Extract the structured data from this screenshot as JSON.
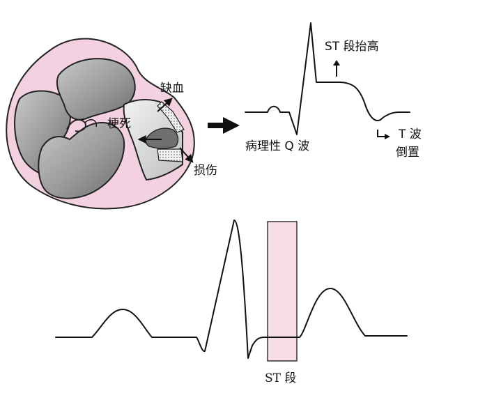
{
  "heart": {
    "labels": {
      "ischemia": "缺血",
      "infarction": "梗死",
      "injury": "损伤"
    }
  },
  "ecg_top": {
    "st_elevation": "ST 段抬高",
    "pathologic_q": "病理性 Q 波",
    "t_wave_line1": "T 波",
    "t_wave_line2": "倒置"
  },
  "ecg_bottom": {
    "st_segment": "ST 段"
  },
  "colors": {
    "heart_outer": "#f3d1e0",
    "heart_gray_dark": "#8a8a8a",
    "heart_gray_light": "#d9d9d9",
    "st_highlight": "#f7dce8",
    "line": "#111111"
  },
  "icons": {
    "main_arrow": "right-arrow-icon"
  }
}
